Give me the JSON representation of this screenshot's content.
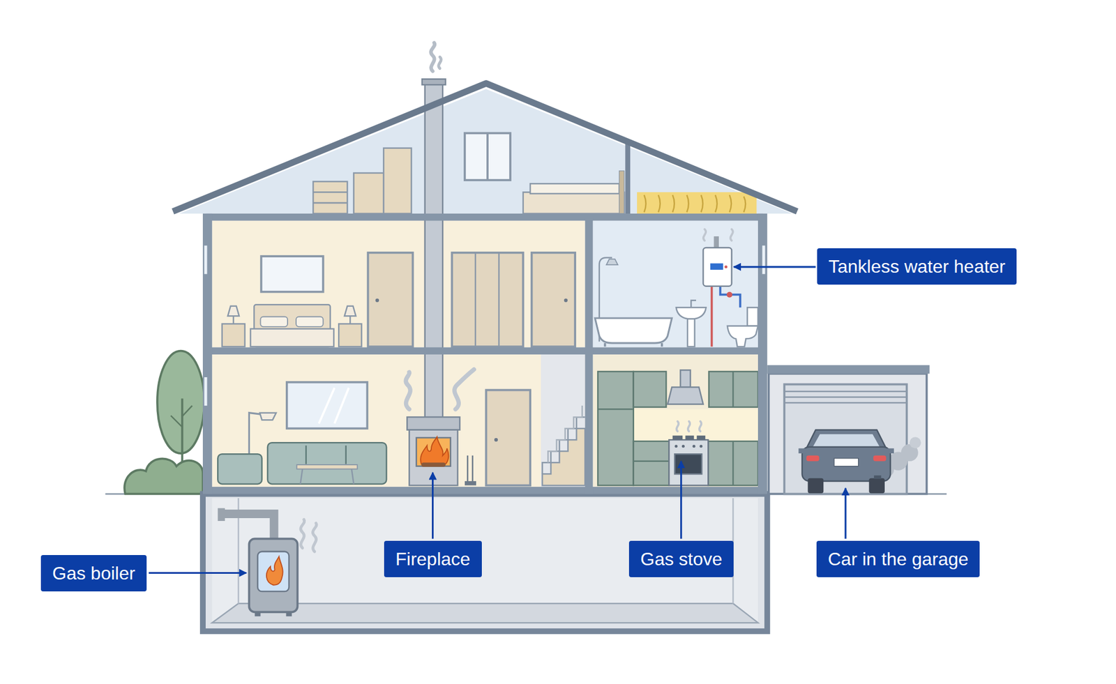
{
  "diagram": {
    "nodes": [
      {
        "text": [
          "Tankless water heater"
        ]
      },
      {
        "text": [
          "Gas boiler"
        ]
      },
      {
        "text": [
          "Fireplace"
        ]
      },
      {
        "text": [
          "Gas stove"
        ]
      },
      {
        "text": [
          "Car in the garage"
        ]
      }
    ]
  }
}
